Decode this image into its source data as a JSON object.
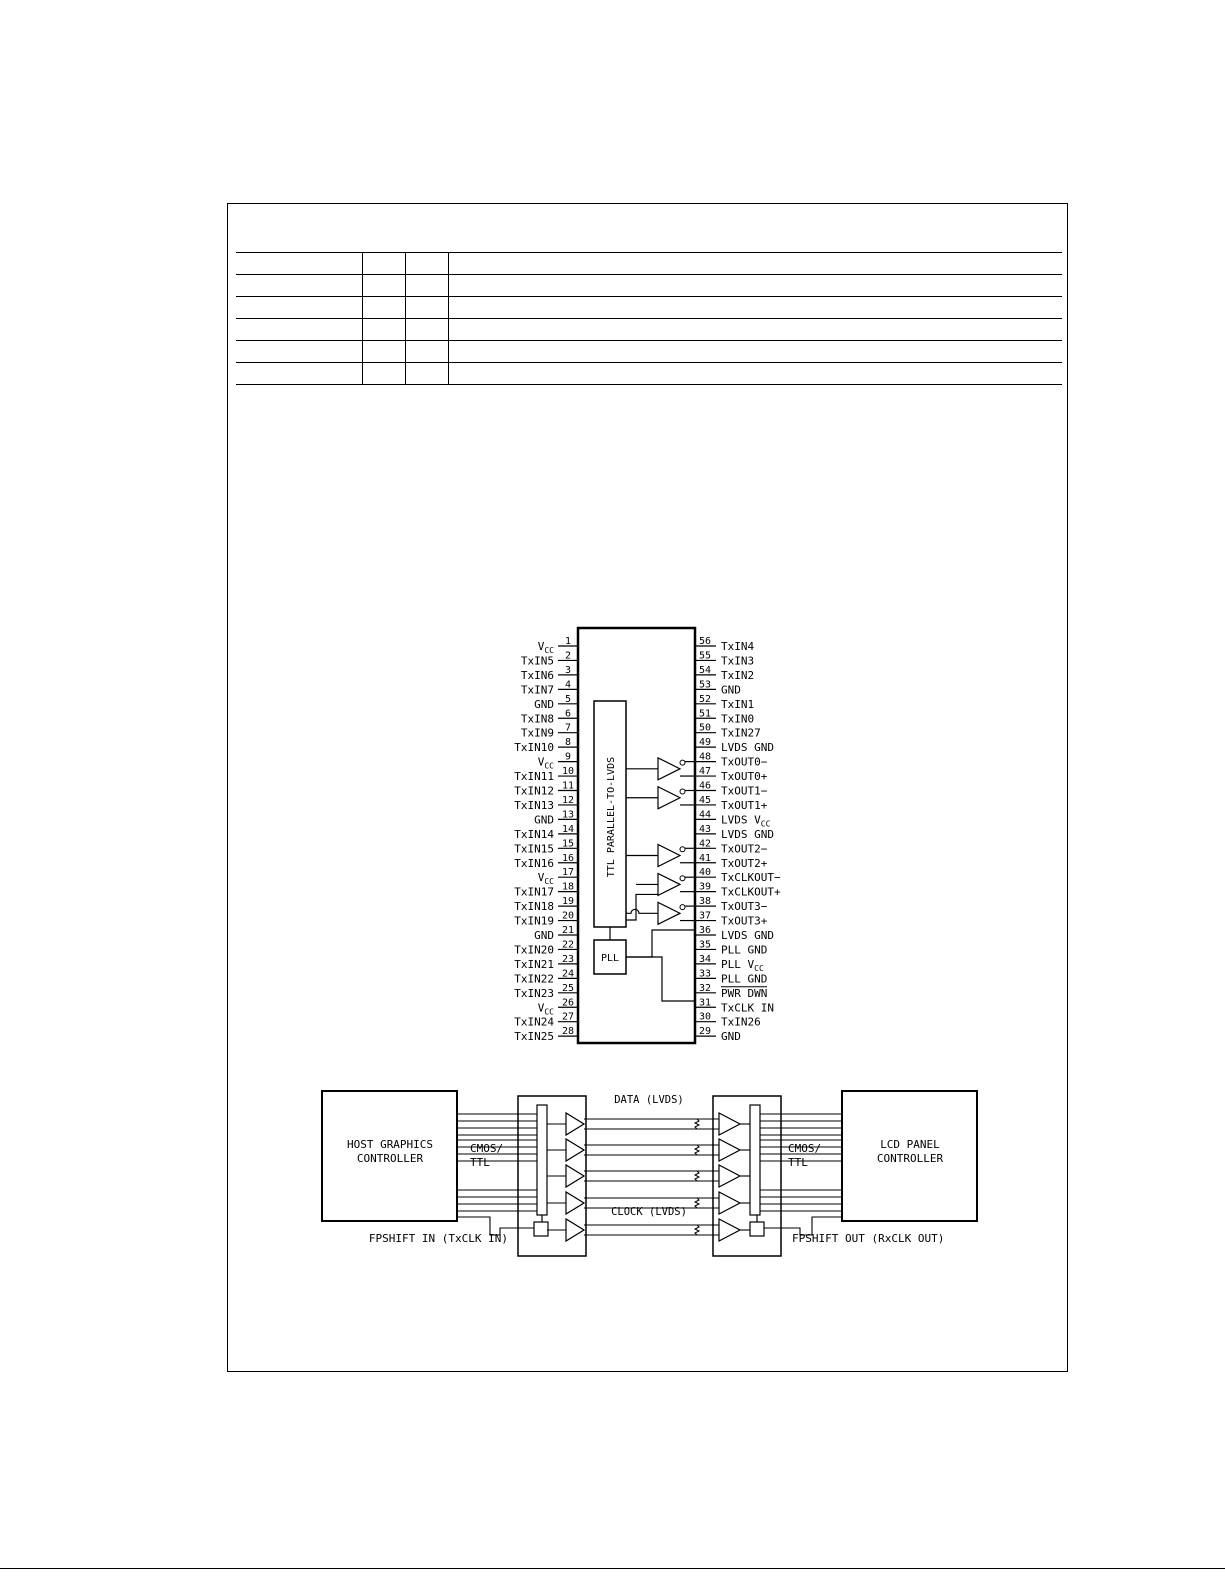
{
  "table": {
    "rows": 6,
    "cols": 4
  },
  "pinout": {
    "core_label": "TTL PARALLEL-TO-LVDS",
    "pll_label": "PLL",
    "left_pins": [
      {
        "num": "1",
        "name": "VCC"
      },
      {
        "num": "2",
        "name": "TxIN5"
      },
      {
        "num": "3",
        "name": "TxIN6"
      },
      {
        "num": "4",
        "name": "TxIN7"
      },
      {
        "num": "5",
        "name": "GND"
      },
      {
        "num": "6",
        "name": "TxIN8"
      },
      {
        "num": "7",
        "name": "TxIN9"
      },
      {
        "num": "8",
        "name": "TxIN10"
      },
      {
        "num": "9",
        "name": "VCC"
      },
      {
        "num": "10",
        "name": "TxIN11"
      },
      {
        "num": "11",
        "name": "TxIN12"
      },
      {
        "num": "12",
        "name": "TxIN13"
      },
      {
        "num": "13",
        "name": "GND"
      },
      {
        "num": "14",
        "name": "TxIN14"
      },
      {
        "num": "15",
        "name": "TxIN15"
      },
      {
        "num": "16",
        "name": "TxIN16"
      },
      {
        "num": "17",
        "name": "VCC"
      },
      {
        "num": "18",
        "name": "TxIN17"
      },
      {
        "num": "19",
        "name": "TxIN18"
      },
      {
        "num": "20",
        "name": "TxIN19"
      },
      {
        "num": "21",
        "name": "GND"
      },
      {
        "num": "22",
        "name": "TxIN20"
      },
      {
        "num": "23",
        "name": "TxIN21"
      },
      {
        "num": "24",
        "name": "TxIN22"
      },
      {
        "num": "25",
        "name": "TxIN23"
      },
      {
        "num": "26",
        "name": "VCC"
      },
      {
        "num": "27",
        "name": "TxIN24"
      },
      {
        "num": "28",
        "name": "TxIN25"
      }
    ],
    "right_pins": [
      {
        "num": "56",
        "name": "TxIN4"
      },
      {
        "num": "55",
        "name": "TxIN3"
      },
      {
        "num": "54",
        "name": "TxIN2"
      },
      {
        "num": "53",
        "name": "GND"
      },
      {
        "num": "52",
        "name": "TxIN1"
      },
      {
        "num": "51",
        "name": "TxIN0"
      },
      {
        "num": "50",
        "name": "TxIN27"
      },
      {
        "num": "49",
        "name": "LVDS GND"
      },
      {
        "num": "48",
        "name": "TxOUT0−"
      },
      {
        "num": "47",
        "name": "TxOUT0+"
      },
      {
        "num": "46",
        "name": "TxOUT1−"
      },
      {
        "num": "45",
        "name": "TxOUT1+"
      },
      {
        "num": "44",
        "name": "LVDS VCC"
      },
      {
        "num": "43",
        "name": "LVDS GND"
      },
      {
        "num": "42",
        "name": "TxOUT2−"
      },
      {
        "num": "41",
        "name": "TxOUT2+"
      },
      {
        "num": "40",
        "name": "TxCLKOUT−"
      },
      {
        "num": "39",
        "name": "TxCLKOUT+"
      },
      {
        "num": "38",
        "name": "TxOUT3−"
      },
      {
        "num": "37",
        "name": "TxOUT3+"
      },
      {
        "num": "36",
        "name": "LVDS GND"
      },
      {
        "num": "35",
        "name": "PLL GND"
      },
      {
        "num": "34",
        "name": "PLL VCC"
      },
      {
        "num": "33",
        "name": "PLL GND"
      },
      {
        "num": "32",
        "name": "PWR DWN"
      },
      {
        "num": "31",
        "name": "TxCLK IN"
      },
      {
        "num": "30",
        "name": "TxIN26"
      },
      {
        "num": "29",
        "name": "GND"
      }
    ]
  },
  "system": {
    "host": [
      "HOST GRAPHICS",
      "CONTROLLER"
    ],
    "lcd": [
      "LCD PANEL",
      "CONTROLLER"
    ],
    "cmos_left": [
      "CMOS/",
      "TTL"
    ],
    "cmos_right": [
      "CMOS/",
      "TTL"
    ],
    "data_label": "DATA (LVDS)",
    "clock_label": "CLOCK (LVDS)",
    "fpshift_in": "FPSHIFT IN (TxCLK IN)",
    "fpshift_out": "FPSHIFT OUT (RxCLK OUT)"
  }
}
